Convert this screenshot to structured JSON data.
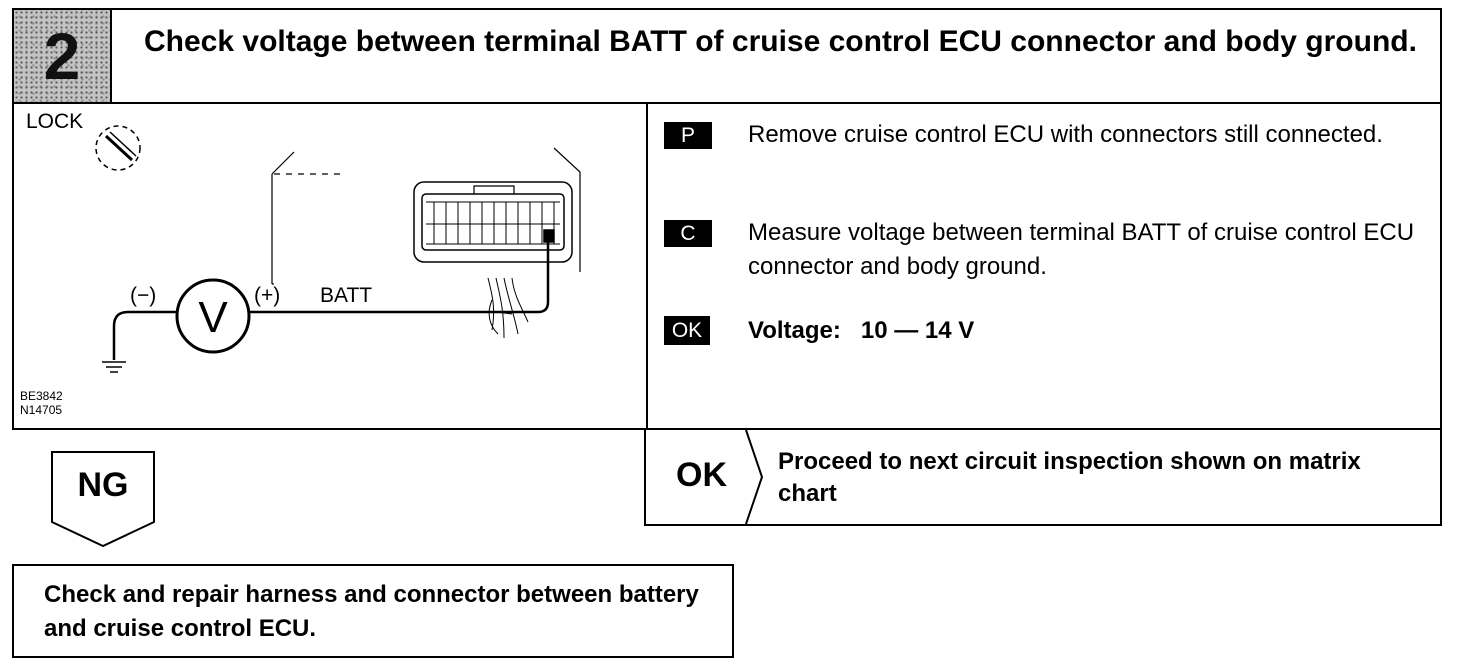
{
  "step": {
    "number": "2",
    "title": "Check voltage between terminal BATT of cruise control ECU connector and body ground."
  },
  "diagram": {
    "lock_label": "LOCK",
    "minus_label": "(−)",
    "plus_label": "(+)",
    "voltmeter_symbol": "V",
    "terminal_label": "BATT",
    "codes": [
      "BE3842",
      "N14705"
    ],
    "icons": [
      "ignition-key-icon",
      "voltmeter-icon",
      "ecu-connector-icon",
      "ground-symbol-icon"
    ]
  },
  "instructions": {
    "p_tag": "P",
    "p_text": "Remove cruise control ECU with connectors still connected.",
    "c_tag": "C",
    "c_text": "Measure voltage between terminal BATT of cruise control ECU connector and body ground.",
    "ok_tag": "OK",
    "ok_text": "Voltage:   10 — 14 V"
  },
  "ok_result": {
    "label": "OK",
    "text": "Proceed to next circuit inspection shown on matrix chart"
  },
  "ng": {
    "label": "NG"
  },
  "repair": {
    "text": "Check and repair harness and connector between battery and cruise control ECU."
  }
}
